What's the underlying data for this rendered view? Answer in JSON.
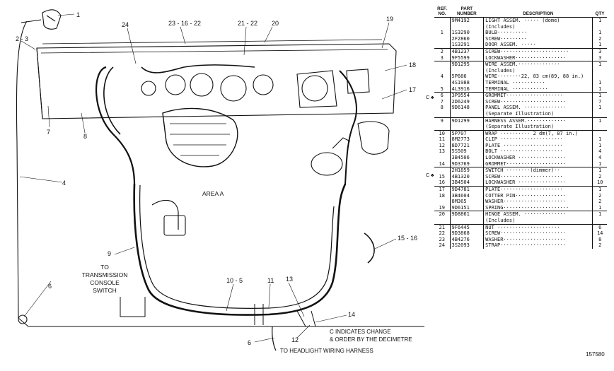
{
  "diagram": {
    "callouts": [
      "1",
      "2",
      "3",
      "4",
      "5",
      "6",
      "7",
      "8",
      "9",
      "10",
      "11",
      "12",
      "13",
      "14",
      "15",
      "16",
      "17",
      "18",
      "19",
      "20",
      "21",
      "22",
      "23",
      "24"
    ],
    "callout_labels": {
      "top_24": "24",
      "top_23_16_22": "23 - 16 - 22",
      "top_21_22": "21 - 22",
      "top_20": "20",
      "top_19": "19",
      "right_18": "18",
      "right_17": "17",
      "left_1": "1",
      "left_2_3": "2 - 3",
      "left_4": "4",
      "left_7": "7",
      "left_8": "8",
      "left_6": "6",
      "bottom_9": "9",
      "bottom_10_5": "10 - 5",
      "bottom_11": "11",
      "bottom_13": "13",
      "bottom_14": "14",
      "bottom_12": "12",
      "bottom_6b": "6",
      "right_15_16": "15 - 16"
    },
    "area_label": "AREA A",
    "transmission_label": [
      "TO",
      "TRANSMISSION",
      "CONSOLE",
      "SWITCH"
    ],
    "change_note": [
      "C INDICATES CHANGE",
      "& ORDER BY THE DECIMETRE"
    ],
    "headlight_label": "TO HEADLIGHT WIRING HARNESS"
  },
  "table": {
    "headers": {
      "ref": [
        "REF.",
        "NO."
      ],
      "part": [
        "PART",
        "NUMBER"
      ],
      "description": "DESCRIPTION",
      "qty": "QTY"
    },
    "rows": [
      {
        "ref": "",
        "pn": "9M4192",
        "desc": "LIGHT ASSEM.  ·····  (dome)",
        "qty": "1",
        "grp": true
      },
      {
        "ref": "",
        "pn": "",
        "desc": "  (Includes)",
        "qty": ""
      },
      {
        "ref": "1",
        "pn": "1S3290",
        "desc": "    BULB··········",
        "qty": "1"
      },
      {
        "ref": "",
        "pn": "2F2860",
        "desc": "    SCREW·········",
        "qty": "2"
      },
      {
        "ref": "",
        "pn": "1S3291",
        "desc": "    DOOR ASSEM. ·····",
        "qty": "1"
      },
      {
        "ref": "2",
        "pn": "4B1237",
        "desc": "SCREW·······················",
        "qty": "3",
        "grp": true
      },
      {
        "ref": "3",
        "pn": "9F5599",
        "desc": "LOCKWASHER·················",
        "qty": "3"
      },
      {
        "ref": "",
        "pn": "9D1295",
        "desc": "WIRE ASSEM.··············",
        "qty": "1",
        "grp": true
      },
      {
        "ref": "",
        "pn": "",
        "desc": "  (Includes)",
        "qty": ""
      },
      {
        "ref": "4",
        "pn": "5P686",
        "desc": "  WIRE········22, 83 cm(89, 88 in.)",
        "qty": "",
        "cmark": true
      },
      {
        "ref": "",
        "pn": "4S1988",
        "desc": "  TERMINAL ···········",
        "qty": "1"
      },
      {
        "ref": "5",
        "pn": "4L3916",
        "desc": "  TERMINAL ············",
        "qty": "1"
      },
      {
        "ref": "6",
        "pn": "3P9554",
        "desc": "GROMMET···················",
        "qty": "1",
        "grp": true
      },
      {
        "ref": "7",
        "pn": "2D6249",
        "desc": "SCREW······················",
        "qty": "7"
      },
      {
        "ref": "8",
        "pn": "9D6148",
        "desc": "PANEL ASSEM. ··············",
        "qty": "1"
      },
      {
        "ref": "",
        "pn": "",
        "desc": "  (Separate Illustration)",
        "qty": ""
      },
      {
        "ref": "9",
        "pn": "9D1299",
        "desc": "HARNESS ASSEM.·············",
        "qty": "1",
        "grp": true
      },
      {
        "ref": "",
        "pn": "",
        "desc": "  (Separate Illustration)",
        "qty": ""
      },
      {
        "ref": "10",
        "pn": "5P707",
        "desc": "WRAP ··········  2 dm(7, 87 in.)",
        "qty": "",
        "cmark": true,
        "grp": true
      },
      {
        "ref": "11",
        "pn": "8M2773",
        "desc": "CLIP ·····················",
        "qty": "1"
      },
      {
        "ref": "12",
        "pn": "8D7721",
        "desc": "PLATE ····················",
        "qty": "1"
      },
      {
        "ref": "13",
        "pn": "5S509",
        "desc": "BOLT ·····················",
        "qty": "4"
      },
      {
        "ref": "",
        "pn": "3B4506",
        "desc": "LOCKWASHER ················",
        "qty": "4"
      },
      {
        "ref": "14",
        "pn": "9D3769",
        "desc": "GROMMET····················",
        "qty": "1"
      },
      {
        "ref": "",
        "pn": "2H1859",
        "desc": "SWITCH ········(dimmer)··",
        "qty": "1",
        "grp": true
      },
      {
        "ref": "15",
        "pn": "4B1320",
        "desc": "SCREW·····················",
        "qty": "2"
      },
      {
        "ref": "16",
        "pn": "3B4504",
        "desc": "LOCKWASHER ················",
        "qty": "10"
      },
      {
        "ref": "17",
        "pn": "9D4781",
        "desc": "PLATE·····················",
        "qty": "1",
        "grp": true
      },
      {
        "ref": "18",
        "pn": "3B4604",
        "desc": "COTTER PIN·················",
        "qty": "2"
      },
      {
        "ref": "",
        "pn": "8M365",
        "desc": "WASHER·····················",
        "qty": "2"
      },
      {
        "ref": "19",
        "pn": "9D6151",
        "desc": "SPRING······················",
        "qty": "1"
      },
      {
        "ref": "20",
        "pn": "9D8861",
        "desc": "HINGE ASSEM. ··············",
        "qty": "1",
        "grp": true
      },
      {
        "ref": "",
        "pn": "",
        "desc": "  (Includes)",
        "qty": ""
      },
      {
        "ref": "21",
        "pn": "9F6445",
        "desc": "  NUT ·····················",
        "qty": "6",
        "grp": true
      },
      {
        "ref": "22",
        "pn": "9D3868",
        "desc": "SCREW······················",
        "qty": "14"
      },
      {
        "ref": "23",
        "pn": "4B4276",
        "desc": "WASHER·····················",
        "qty": "8"
      },
      {
        "ref": "24",
        "pn": "3S2093",
        "desc": "STRAP······················",
        "qty": "2"
      }
    ],
    "c_mark_symbol": "C ♣",
    "drawing_number": "157580"
  }
}
